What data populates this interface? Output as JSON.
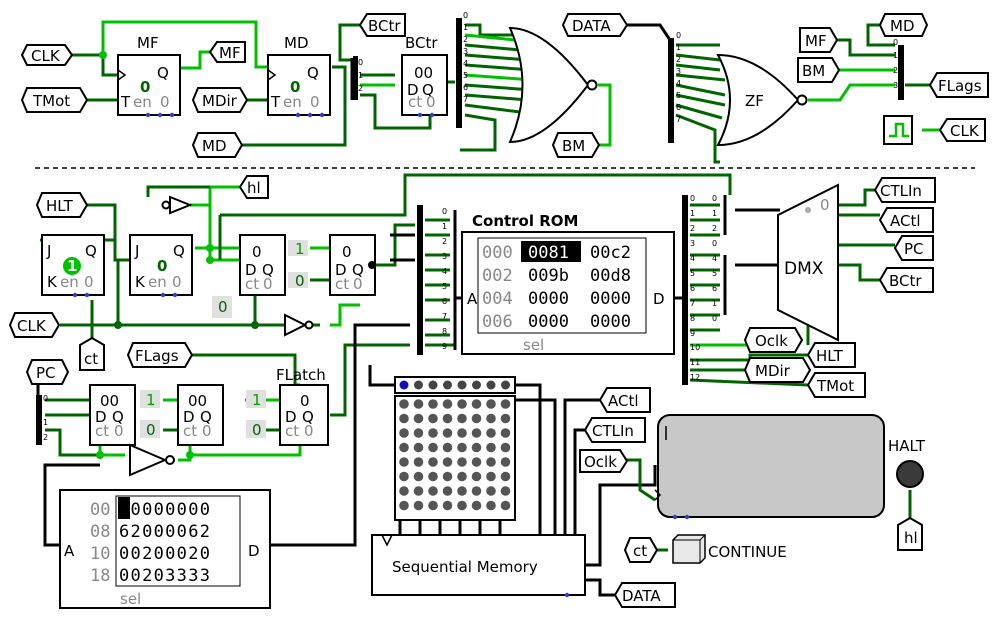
{
  "title": "",
  "tunnels": {
    "clk_a": "CLK",
    "tmot_a": "TMot",
    "mf_out": "MF",
    "mdir_a": "MDir",
    "md_a": "MD",
    "bctr_in": "BCtr",
    "bm_a": "BM",
    "data_a": "DATA",
    "md_b": "MD",
    "mf_b": "MF",
    "bm_b": "BM",
    "flags_out": "FLags",
    "clk_b": "CLK",
    "ctlin_a": "CTLIn",
    "actl_a": "ACtl",
    "pc_a": "PC",
    "bctr_a": "BCtr",
    "oclk_a": "Oclk",
    "hlt_a": "HLT",
    "mdir_b": "MDir",
    "tmot_b": "TMot",
    "hlt_in": "HLT",
    "hl_a": "hl",
    "clk_c": "CLK",
    "ct_a": "ct",
    "pc_in": "PC",
    "flags_in": "FLags",
    "actl_b": "ACtl",
    "ctlin_b": "CTLIn",
    "oclk_b": "Oclk",
    "ct_b": "ct",
    "data_b": "DATA",
    "hl_b": "hl"
  },
  "components": {
    "mf_reg": "MF",
    "md_reg": "MD",
    "bctr_reg": "BCtr",
    "flatch": "FLatch",
    "zf_gate": "ZF",
    "dmx": "DMX",
    "control_rom": "Control ROM",
    "seq_mem": "Sequential Memory",
    "continue_label": "CONTINUE",
    "halt_label": "HALT"
  },
  "flipflop_pins": {
    "q": "Q",
    "d": "D",
    "j": "J",
    "k": "K",
    "t": "T",
    "en": "en",
    "zero": "0",
    "one": "1",
    "ct": "ct"
  },
  "constants": {
    "one": "1",
    "zero": "0"
  },
  "control_rom": {
    "addr_pin": "A",
    "data_pin": "D",
    "sel": "sel",
    "rows": [
      {
        "addr": "000",
        "c1": "0081",
        "c2": "00c2"
      },
      {
        "addr": "002",
        "c1": "009b",
        "c2": "00d8"
      },
      {
        "addr": "004",
        "c1": "0000",
        "c2": "0000"
      },
      {
        "addr": "006",
        "c1": "0000",
        "c2": "0000"
      }
    ]
  },
  "program_rom": {
    "addr_pin": "A",
    "data_pin": "D",
    "sel": "sel",
    "rows": [
      {
        "addr": "00",
        "val": "00000000"
      },
      {
        "addr": "08",
        "val": "62000062"
      },
      {
        "addr": "10",
        "val": "00200020"
      },
      {
        "addr": "18",
        "val": "00203333"
      }
    ]
  },
  "flag_values": {
    "mf_state": "0",
    "md_state": "0",
    "bctr_state": "00",
    "j1_state": "1",
    "j2_state": "0",
    "d3_state": "0",
    "d4_state": "0",
    "ffa": "00",
    "ffb": "00",
    "flatch_state": "0"
  },
  "splitter_bits": [
    "0",
    "1",
    "2",
    "3",
    "4",
    "5",
    "6",
    "7",
    "8",
    "9",
    "10",
    "11",
    "12"
  ],
  "dmx_select": "0"
}
